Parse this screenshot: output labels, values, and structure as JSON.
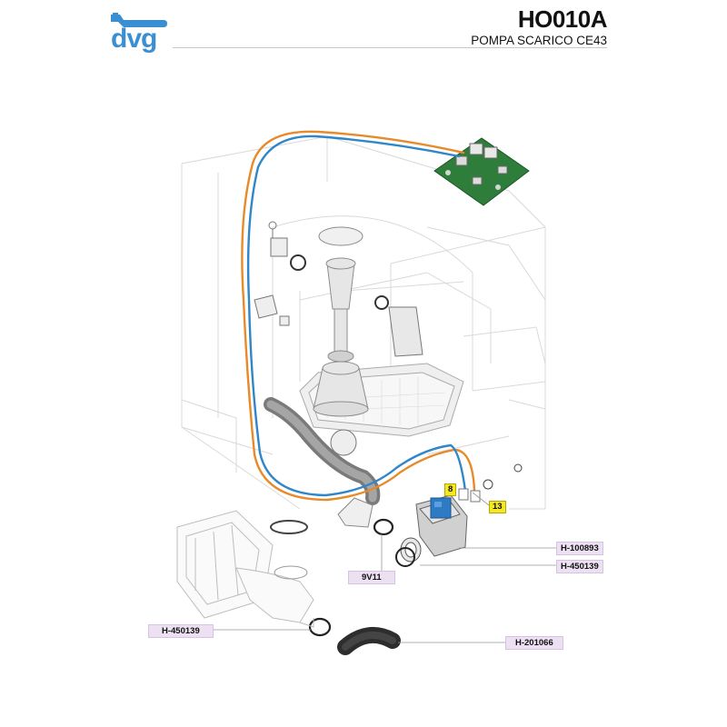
{
  "header": {
    "brand": "dvg",
    "code": "HO010A",
    "title": "POMPA SCARICO CE43"
  },
  "callouts": {
    "num_8": "8",
    "num_13": "13",
    "h100893": "H-100893",
    "h450139_right": "H-450139",
    "v9v11": "9V11",
    "h450139_left": "H-450139",
    "h201066": "H-201066"
  },
  "colors": {
    "brand_blue": "#3a8fd3",
    "wire_orange": "#e8892a",
    "wire_blue": "#2f86c8",
    "pump_blue": "#2e7bc4",
    "pcb_green": "#2f7d3a",
    "tag_bg": "#ece0f2",
    "number_tag_bg": "#f5e823"
  }
}
